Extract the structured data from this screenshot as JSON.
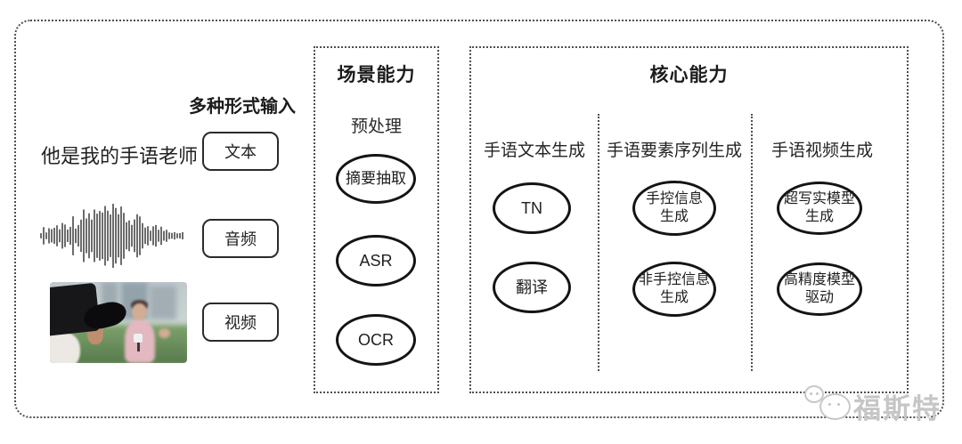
{
  "input_section": {
    "title": "多种形式输入",
    "sample_sentence": "他是我的手语老师",
    "boxes": [
      {
        "label": "文本"
      },
      {
        "label": "音频"
      },
      {
        "label": "视频"
      }
    ]
  },
  "scene_panel": {
    "title": "场景能力",
    "stage_label": "预处理",
    "nodes": [
      {
        "label": "摘要抽取"
      },
      {
        "label": "ASR"
      },
      {
        "label": "OCR"
      }
    ]
  },
  "core_panel": {
    "title": "核心能力",
    "columns": [
      {
        "header": "手语文本生成",
        "nodes": [
          {
            "lines": [
              "TN"
            ]
          },
          {
            "lines": [
              "翻译"
            ]
          }
        ]
      },
      {
        "header": "手语要素序列生成",
        "nodes": [
          {
            "lines": [
              "手控信息",
              "生成"
            ]
          },
          {
            "lines": [
              "非手控信息",
              "生成"
            ]
          }
        ]
      },
      {
        "header": "手语视频生成",
        "nodes": [
          {
            "lines": [
              "超写实模型",
              "生成"
            ]
          },
          {
            "lines": [
              "高精度模型",
              "驱动"
            ]
          }
        ]
      }
    ]
  },
  "watermark": {
    "brand": "福斯特"
  },
  "colors": {
    "ink": "#141414",
    "dotted_border": "#4f4f4f",
    "watermark_gray": "#c6c6c6",
    "background": "#ffffff"
  }
}
